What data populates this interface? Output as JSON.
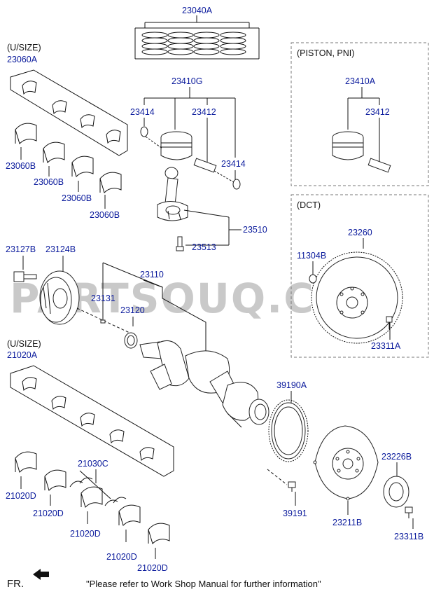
{
  "watermark": "PARTSOUQ.COM",
  "panels": {
    "piston_pni_title": "(PISTON, PNI)",
    "dct_title": "(DCT)",
    "usize_top": "(U/SIZE)",
    "usize_bottom": "(U/SIZE)"
  },
  "labels": {
    "p23040A": "23040A",
    "p23060A": "23060A",
    "p23410G": "23410G",
    "p23414a": "23414",
    "p23412a": "23412",
    "p23414b": "23414",
    "p23410A": "23410A",
    "p23412b": "23412",
    "p23060B1": "23060B",
    "p23060B2": "23060B",
    "p23060B3": "23060B",
    "p23060B4": "23060B",
    "p23510": "23510",
    "p23513": "23513",
    "p23260": "23260",
    "p11304B": "11304B",
    "p23311A": "23311A",
    "p23127B": "23127B",
    "p23124B": "23124B",
    "p23110": "23110",
    "p23131": "23131",
    "p23120": "23120",
    "p21020A": "21020A",
    "p39190A": "39190A",
    "p23226B": "23226B",
    "p21030C": "21030C",
    "p21020D1": "21020D",
    "p21020D2": "21020D",
    "p21020D3": "21020D",
    "p21020D4": "21020D",
    "p21020D5": "21020D",
    "p39191": "39191",
    "p23211B": "23211B",
    "p23311B": "23311B"
  },
  "footer": {
    "direction": "FR.",
    "note": "\"Please refer to Work Shop Manual for further information\""
  },
  "colors": {
    "part_label": "#0a1a9c",
    "line": "#111111",
    "watermark": "#c9c9c9"
  }
}
